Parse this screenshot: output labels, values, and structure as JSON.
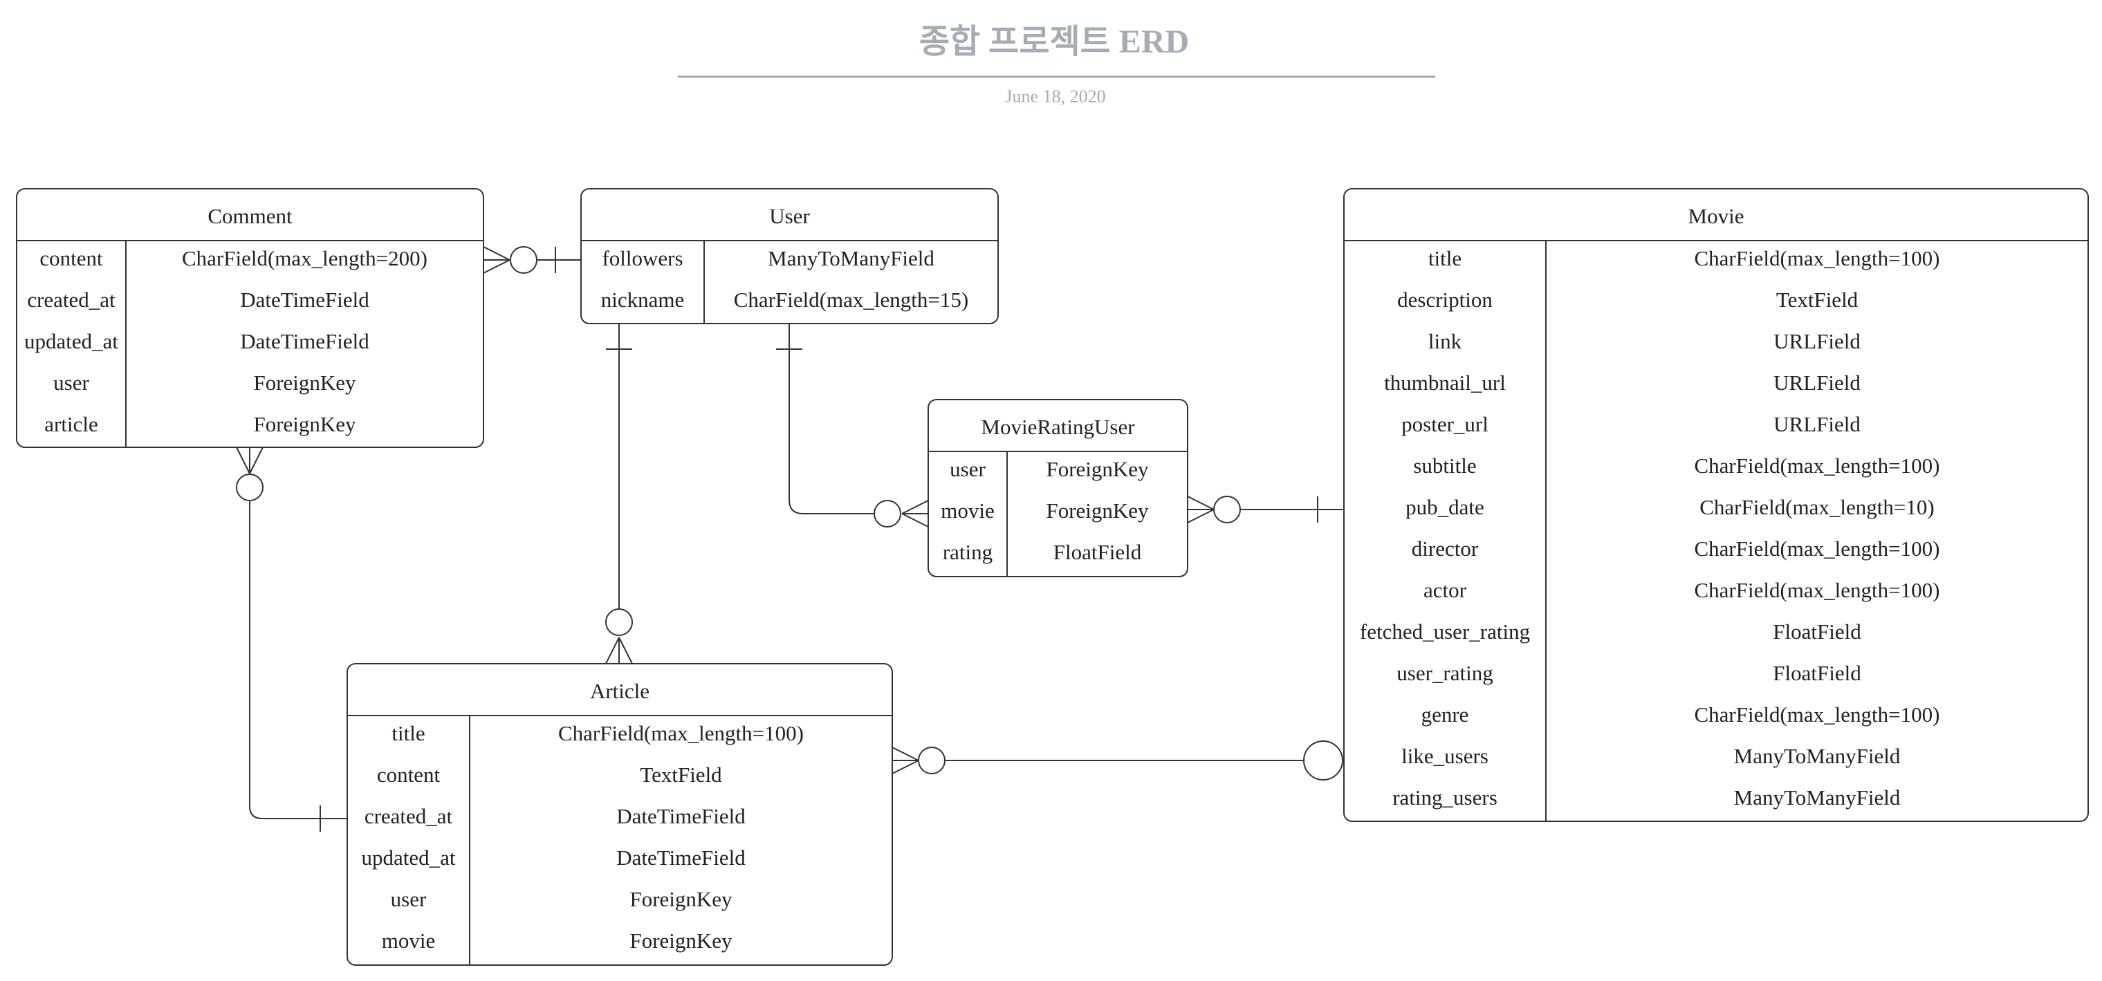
{
  "header": {
    "title": "종합 프로젝트 ERD",
    "date": "June 18, 2020"
  },
  "colors": {
    "title": "#a6acb4",
    "date": "#a6acb4",
    "rule": "#a6a6a6",
    "stroke": "#333333",
    "text": "#222222"
  },
  "entities": [
    {
      "id": "comment",
      "name": "Comment",
      "fields": [
        {
          "name": "content",
          "type": "CharField(max_length=200)"
        },
        {
          "name": "created_at",
          "type": "DateTimeField"
        },
        {
          "name": "updated_at",
          "type": "DateTimeField"
        },
        {
          "name": "user",
          "type": "ForeignKey"
        },
        {
          "name": "article",
          "type": "ForeignKey"
        }
      ]
    },
    {
      "id": "user",
      "name": "User",
      "fields": [
        {
          "name": "followers",
          "type": "ManyToManyField"
        },
        {
          "name": "nickname",
          "type": "CharField(max_length=15)"
        }
      ]
    },
    {
      "id": "movie",
      "name": "Movie",
      "fields": [
        {
          "name": "title",
          "type": "CharField(max_length=100)"
        },
        {
          "name": "description",
          "type": "TextField"
        },
        {
          "name": "link",
          "type": "URLField"
        },
        {
          "name": "thumbnail_url",
          "type": "URLField"
        },
        {
          "name": "poster_url",
          "type": "URLField"
        },
        {
          "name": "subtitle",
          "type": "CharField(max_length=100)"
        },
        {
          "name": "pub_date",
          "type": "CharField(max_length=10)"
        },
        {
          "name": "director",
          "type": "CharField(max_length=100)"
        },
        {
          "name": "actor",
          "type": "CharField(max_length=100)"
        },
        {
          "name": "fetched_user_rating",
          "type": "FloatField"
        },
        {
          "name": "user_rating",
          "type": "FloatField"
        },
        {
          "name": "genre",
          "type": "CharField(max_length=100)"
        },
        {
          "name": "like_users",
          "type": "ManyToManyField"
        },
        {
          "name": "rating_users",
          "type": "ManyToManyField"
        }
      ]
    },
    {
      "id": "movieratinguser",
      "name": "MovieRatingUser",
      "fields": [
        {
          "name": "user",
          "type": "ForeignKey"
        },
        {
          "name": "movie",
          "type": "ForeignKey"
        },
        {
          "name": "rating",
          "type": "FloatField"
        }
      ]
    },
    {
      "id": "article",
      "name": "Article",
      "fields": [
        {
          "name": "title",
          "type": "CharField(max_length=100)"
        },
        {
          "name": "content",
          "type": "TextField"
        },
        {
          "name": "created_at",
          "type": "DateTimeField"
        },
        {
          "name": "updated_at",
          "type": "DateTimeField"
        },
        {
          "name": "user",
          "type": "ForeignKey"
        },
        {
          "name": "movie",
          "type": "ForeignKey"
        }
      ]
    }
  ],
  "relationships": [
    {
      "id": "comment-user",
      "from": "comment",
      "to": "user",
      "from_end": "zero-or-many",
      "to_end": "one"
    },
    {
      "id": "user-article",
      "from": "user",
      "to": "article",
      "from_end": "one",
      "to_end": "zero-or-many"
    },
    {
      "id": "user-movieratinguser",
      "from": "user",
      "to": "movieratinguser",
      "from_end": "one",
      "to_end": "zero-or-many"
    },
    {
      "id": "movie-movieratinguser",
      "from": "movie",
      "to": "movieratinguser",
      "from_end": "one",
      "to_end": "zero-or-many"
    },
    {
      "id": "comment-article",
      "from": "comment",
      "to": "article",
      "from_end": "zero-or-many",
      "to_end": "one"
    },
    {
      "id": "article-movie",
      "from": "article",
      "to": "movie",
      "from_end": "zero-or-many",
      "to_end": "zero-or-one"
    }
  ]
}
